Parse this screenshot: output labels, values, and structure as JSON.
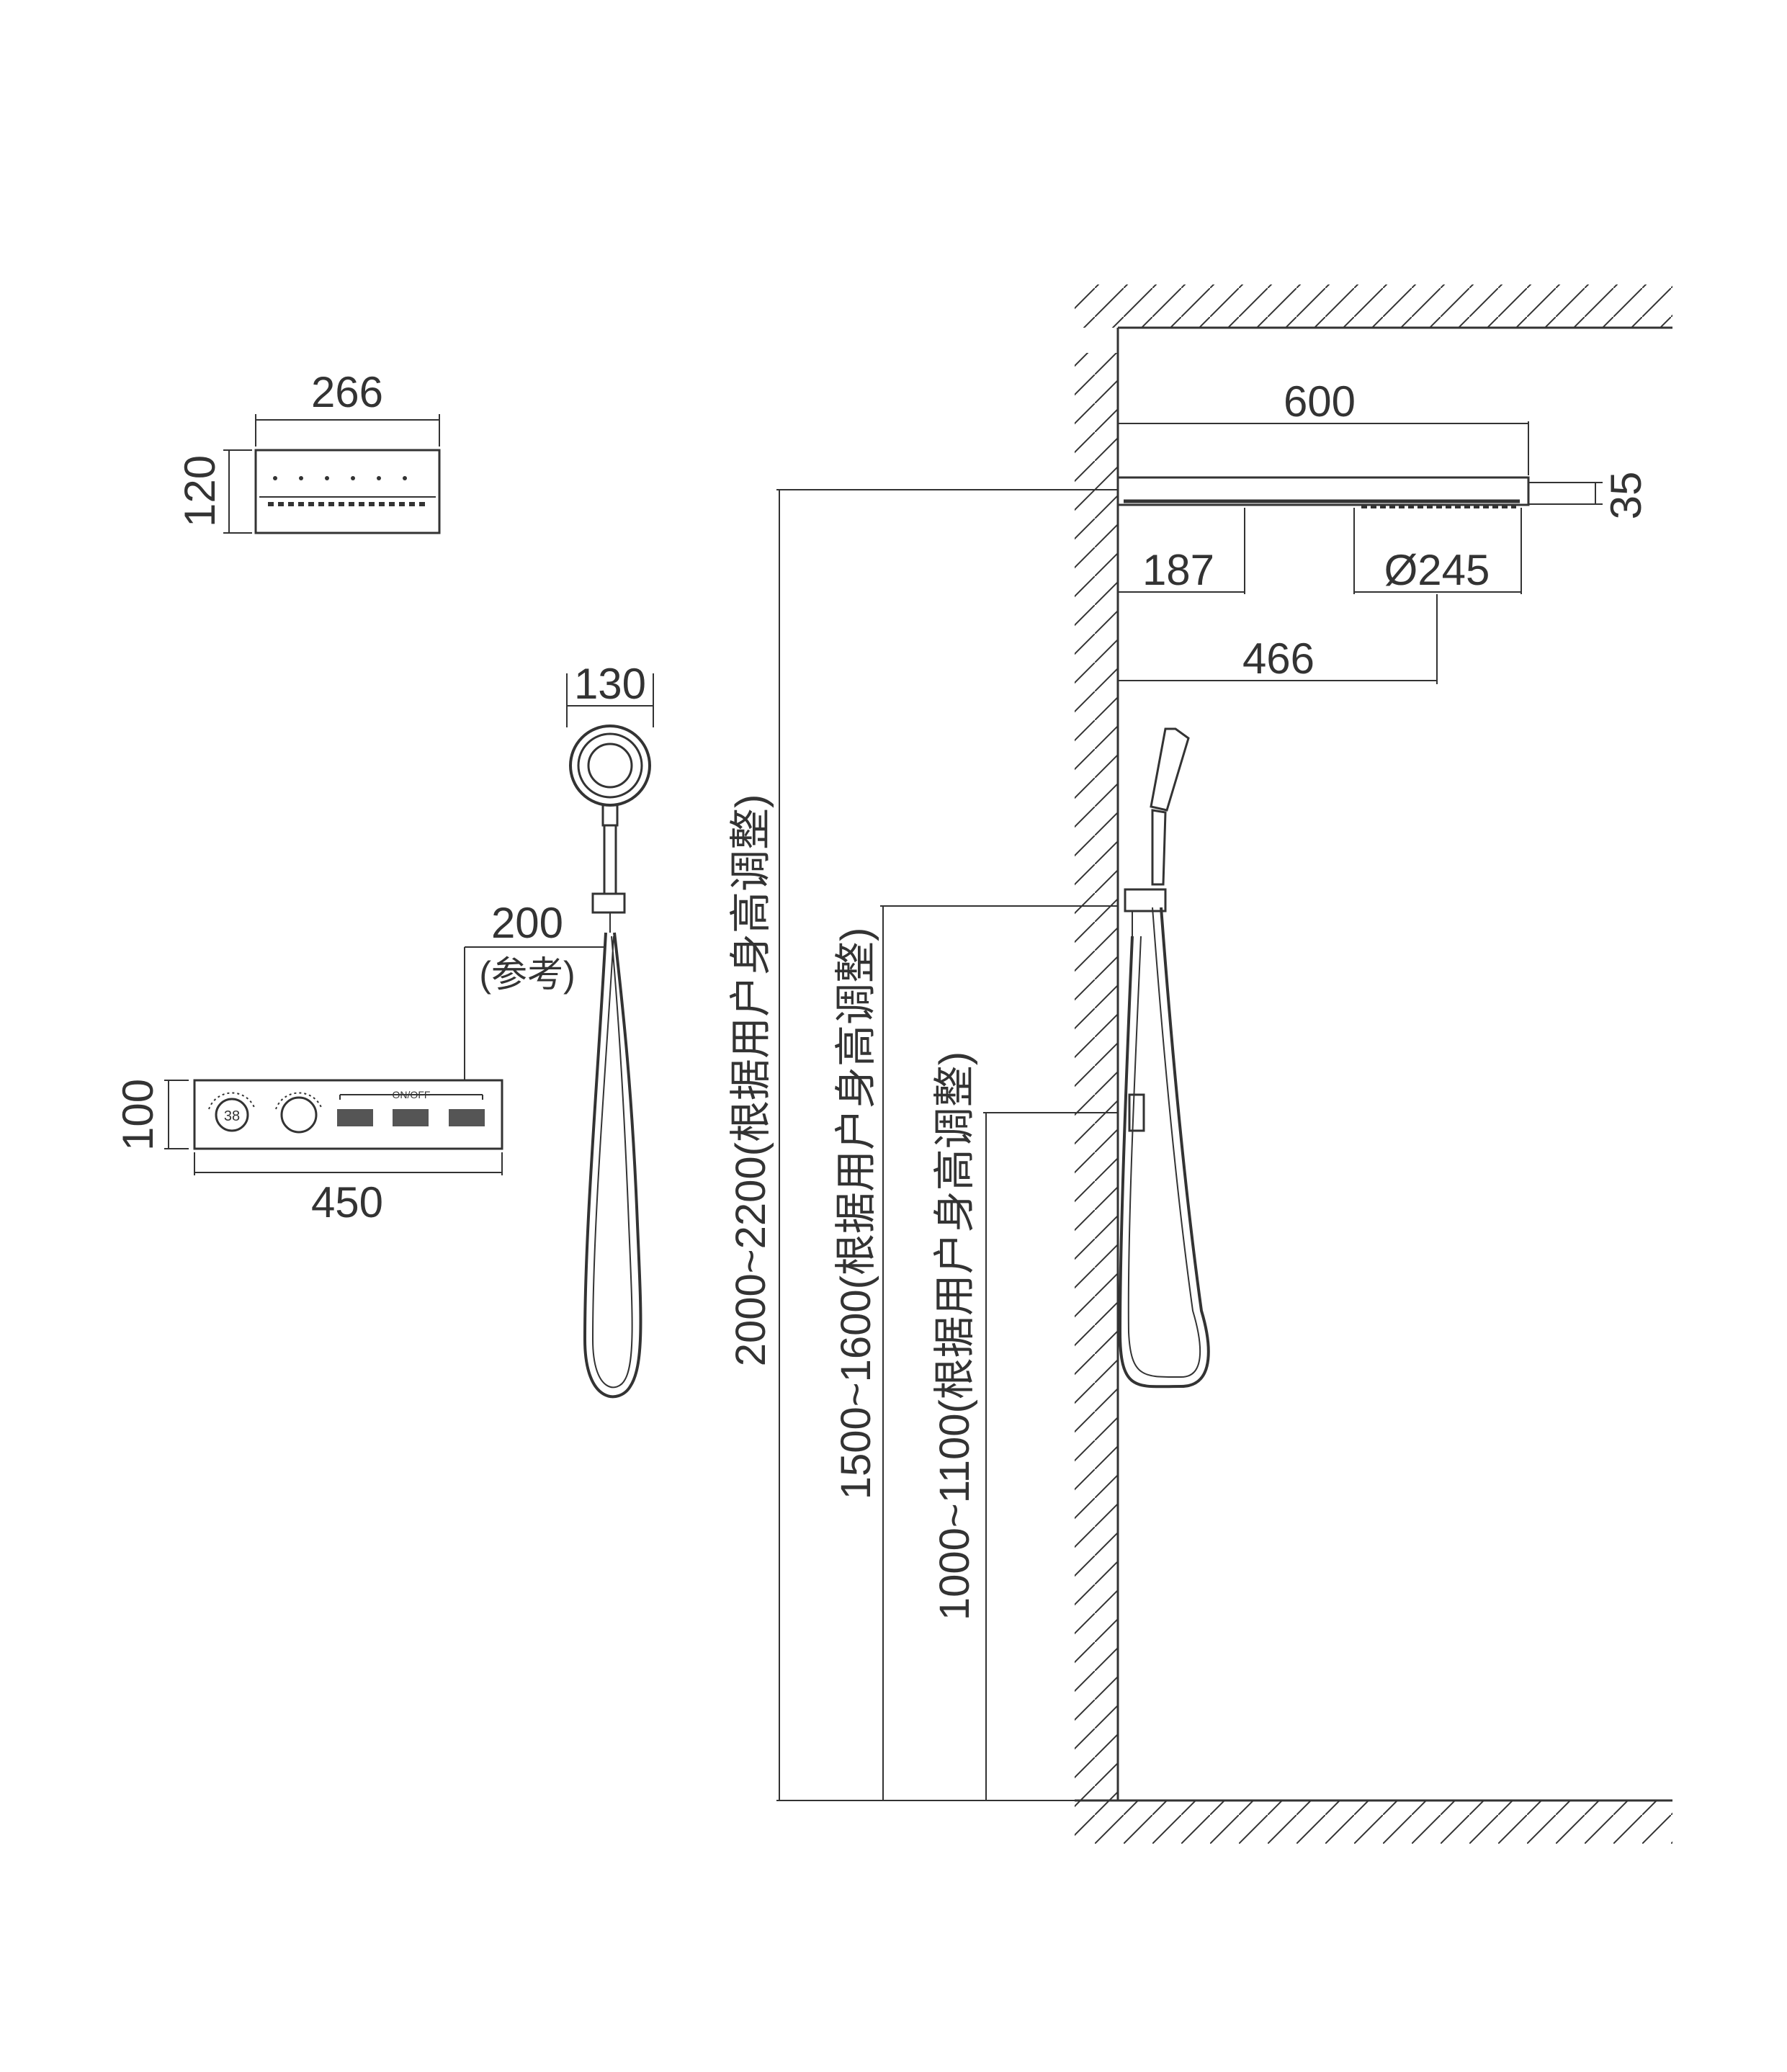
{
  "colors": {
    "line": "#333333",
    "text": "#333333",
    "background": "#ffffff"
  },
  "rain_shower": {
    "top_view": {
      "width": "266",
      "height": "120"
    },
    "side_view": {
      "length": "600",
      "thickness": "35",
      "offset": "187",
      "diameter": "Ø245",
      "center_distance": "466"
    }
  },
  "hand_shower": {
    "head_diameter": "130",
    "hose_offset": "200",
    "hose_offset_note": "(参考)"
  },
  "control_panel": {
    "width": "450",
    "height": "100",
    "switch_label": "ON/OFF"
  },
  "heights": {
    "shower_head": "2000~2200(根据用户身高调整)",
    "holder": "1500~1600(根据用户身高调整)",
    "outlet": "1000~1100(根据用户身高调整)"
  }
}
